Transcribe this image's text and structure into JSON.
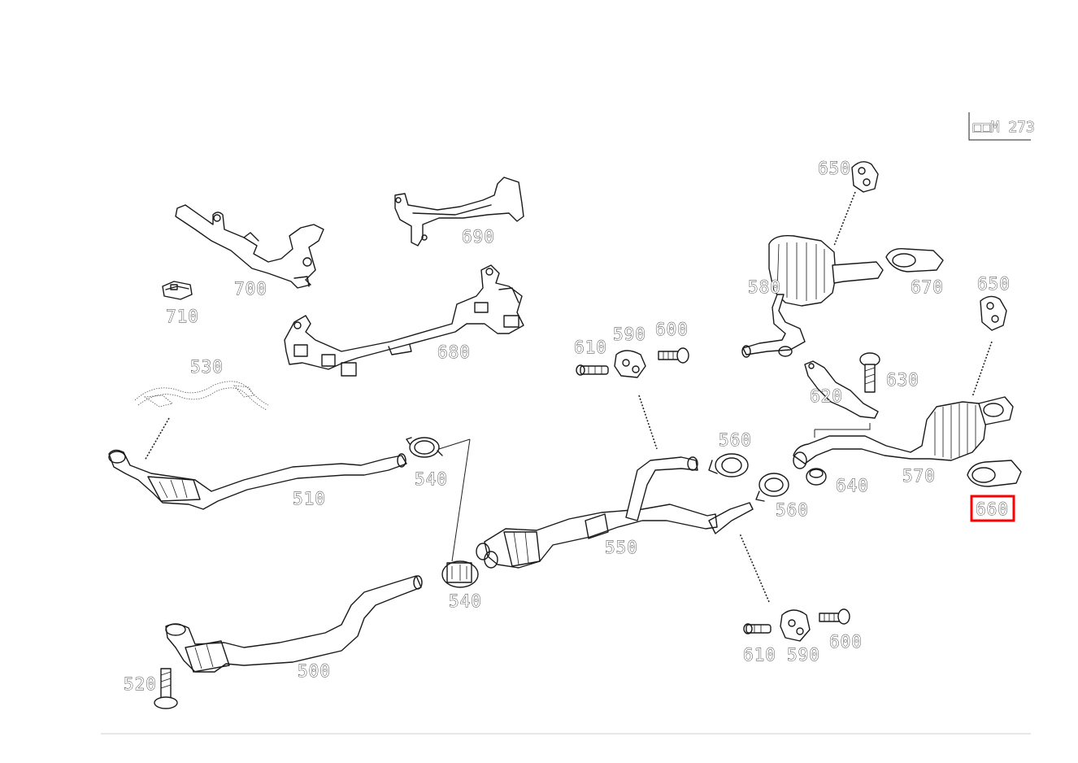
{
  "diagram": {
    "engine_label": "□□M 273",
    "highlighted_callout": "660",
    "highlight_color": "#ff0000",
    "callouts": {
      "c650_top": "650",
      "c690": "690",
      "c700": "700",
      "c710": "710",
      "c580": "580",
      "c670": "670",
      "c650_right": "650",
      "c680": "680",
      "c610_top": "610",
      "c590_top": "590",
      "c600_top": "600",
      "c630": "630",
      "c620": "620",
      "c530": "530",
      "c560_top": "560",
      "c540_top": "540",
      "c510": "510",
      "c640": "640",
      "c570": "570",
      "c560_mid": "560",
      "c660": "660",
      "c550": "550",
      "c540_bottom": "540",
      "c500": "500",
      "c610_bottom": "610",
      "c590_bottom": "590",
      "c600_bottom": "600",
      "c520": "520"
    }
  }
}
